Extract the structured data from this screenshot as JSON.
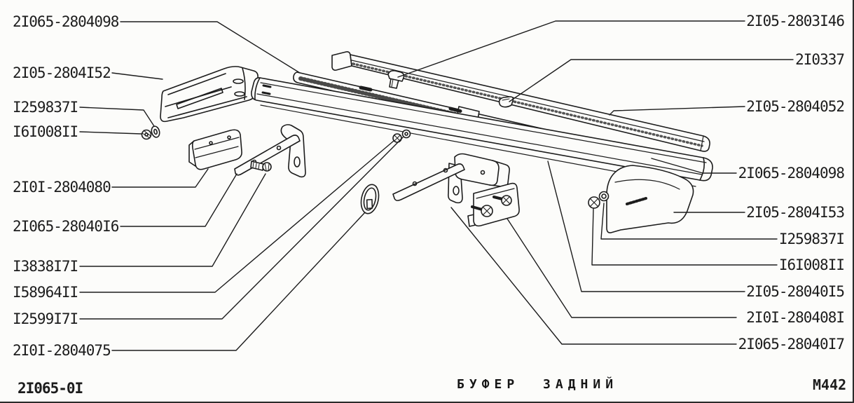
{
  "document": {
    "caption": "БУФЕР ЗАДНИЙ",
    "sheet_code": "2I065-0I",
    "figure_code": "M442"
  },
  "colors": {
    "ink": "#1c1c1c",
    "paper": "#fcfcfa"
  },
  "labels": {
    "left": [
      "2I065-2804098",
      "2I05-2804I52",
      "I259837I",
      "I6I008II",
      "2I0I-2804080",
      "2I065-28040I6",
      "I3838I7I",
      "I58964II",
      "I2599I7I",
      "2I0I-2804075"
    ],
    "right": [
      "2I05-2803I46",
      "2I0337",
      "2I05-2804052",
      "2I065-2804098",
      "2I05-2804I53",
      "I259837I",
      "I6I008II",
      "2I05-28040I5",
      "2I0I-280408I",
      "2I065-28040I7"
    ]
  }
}
